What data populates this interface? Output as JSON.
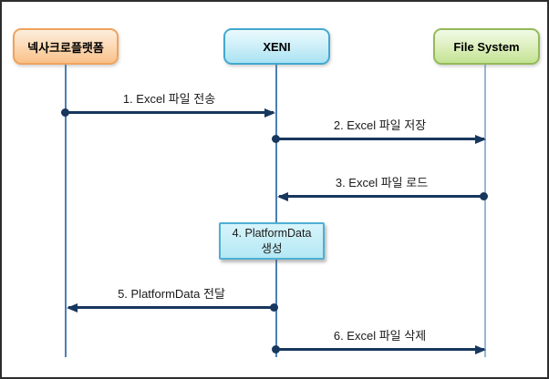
{
  "diagram": {
    "type": "sequence-diagram",
    "actors": [
      {
        "id": "nexacro",
        "label": "넥사크로플랫폼"
      },
      {
        "id": "xeni",
        "label": "XENI"
      },
      {
        "id": "filesystem",
        "label": "File System"
      }
    ],
    "messages": [
      {
        "label": "1. Excel 파일 전송",
        "from": "nexacro",
        "to": "xeni"
      },
      {
        "label": "2. Excel 파일 저장",
        "from": "xeni",
        "to": "filesystem"
      },
      {
        "label": "3. Excel 파일 로드",
        "from": "filesystem",
        "to": "xeni"
      },
      {
        "label": "5. PlatformData 전달",
        "from": "xeni",
        "to": "nexacro"
      },
      {
        "label": "6. Excel 파일 삭제",
        "from": "xeni",
        "to": "filesystem"
      }
    ],
    "action_box": {
      "line1": "4. PlatformData",
      "line2": "생성",
      "actor": "xeni"
    },
    "colors": {
      "arrow": "#17375e",
      "lifeline": "#4c7fb5",
      "lifeline_filesystem": "#9ab6d9",
      "actor_nexacro_border": "#efa35d",
      "actor_nexacro_fill": "#f9c189",
      "actor_xeni_border": "#44a8ce",
      "actor_xeni_fill": "#a9e2f3",
      "actor_filesystem_border": "#94ba58",
      "actor_filesystem_fill": "#c3e394",
      "action_box_border": "#4fafd4",
      "action_box_fill": "#c2edf7",
      "canvas_border": "#2e2e2e"
    }
  }
}
